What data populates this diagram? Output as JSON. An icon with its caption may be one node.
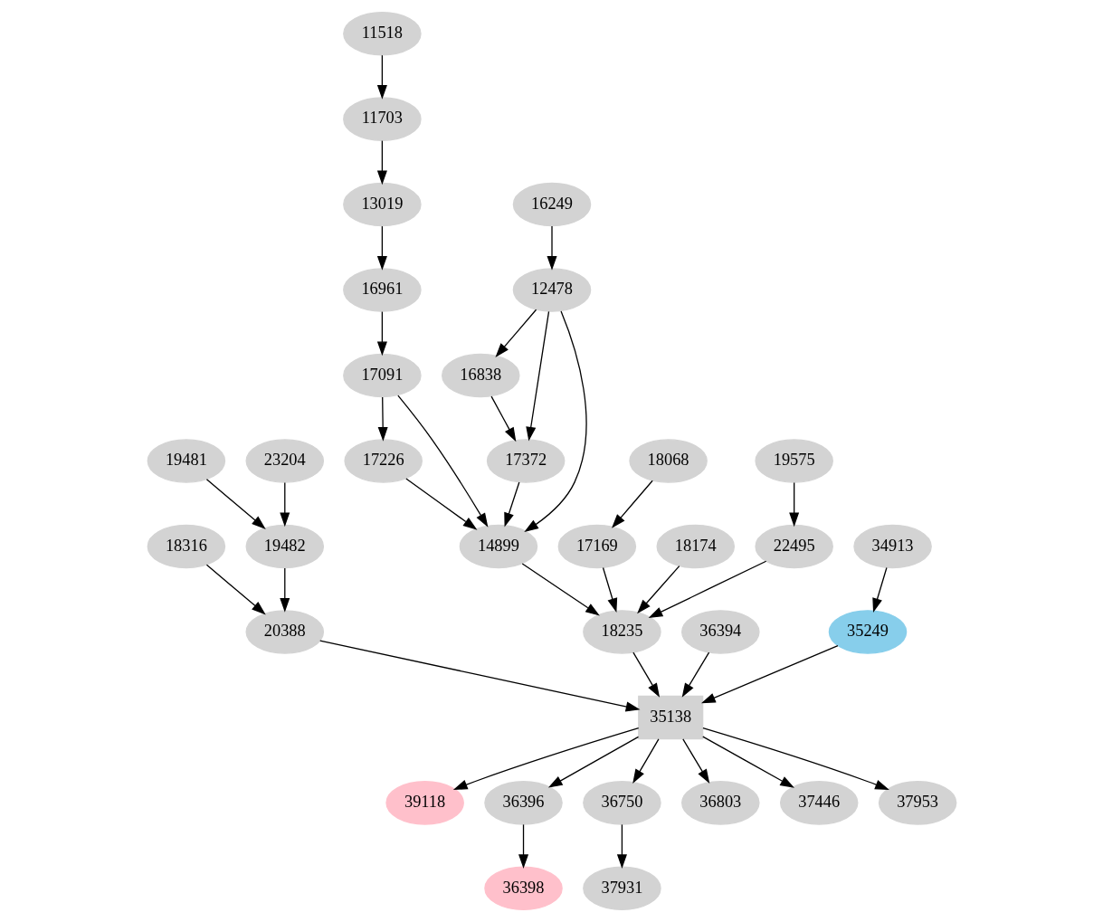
{
  "diagram": {
    "nodes": [
      {
        "text": [
          "11518"
        ]
      },
      {
        "text": [
          "11703"
        ]
      },
      {
        "text": [
          "16249"
        ]
      },
      {
        "text": [
          "13019"
        ]
      },
      {
        "text": [
          "12478"
        ]
      },
      {
        "text": [
          "16961"
        ]
      },
      {
        "text": [
          "16838"
        ]
      },
      {
        "text": [
          "17091"
        ]
      },
      {
        "text": [
          "17372"
        ]
      },
      {
        "text": [
          "17226"
        ]
      },
      {
        "text": [
          "18068"
        ]
      },
      {
        "text": [
          "19575"
        ]
      },
      {
        "text": [
          "19481"
        ]
      },
      {
        "text": [
          "23204"
        ]
      },
      {
        "text": [
          "14899"
        ]
      },
      {
        "text": [
          "17169"
        ]
      },
      {
        "text": [
          "18174"
        ]
      },
      {
        "text": [
          "22495"
        ]
      },
      {
        "text": [
          "18316"
        ]
      },
      {
        "text": [
          "19482"
        ]
      },
      {
        "text": [
          "34913"
        ]
      },
      {
        "text": [
          "18235"
        ]
      },
      {
        "text": [
          "20388"
        ]
      },
      {
        "text": [
          "36394"
        ]
      },
      {
        "text": [
          "35249"
        ]
      },
      {
        "text": [
          "35138"
        ]
      },
      {
        "text": [
          "39118"
        ]
      },
      {
        "text": [
          "36396"
        ]
      },
      {
        "text": [
          "36750"
        ]
      },
      {
        "text": [
          "36803"
        ]
      },
      {
        "text": [
          "37446"
        ]
      },
      {
        "text": [
          "37953"
        ]
      },
      {
        "text": [
          "36398"
        ]
      },
      {
        "text": [
          "37931"
        ]
      }
    ],
    "edges": [
      {
        "from": 0,
        "to": 1,
        "arrow": "to"
      },
      {
        "from": 1,
        "to": 3,
        "arrow": "to"
      },
      {
        "from": 3,
        "to": 5,
        "arrow": "to"
      },
      {
        "from": 5,
        "to": 7,
        "arrow": "to"
      },
      {
        "from": 2,
        "to": 4,
        "arrow": "to"
      },
      {
        "from": 4,
        "to": 6,
        "arrow": "to"
      },
      {
        "from": 4,
        "to": 8,
        "arrow": "to"
      },
      {
        "from": 4,
        "to": 14,
        "arrow": "to"
      },
      {
        "from": 6,
        "to": 8,
        "arrow": "to"
      },
      {
        "from": 7,
        "to": 9,
        "arrow": "to"
      },
      {
        "from": 7,
        "to": 14,
        "arrow": "to"
      },
      {
        "from": 8,
        "to": 14,
        "arrow": "to"
      },
      {
        "from": 9,
        "to": 14,
        "arrow": "to"
      },
      {
        "from": 10,
        "to": 15,
        "arrow": "to"
      },
      {
        "from": 11,
        "to": 17,
        "arrow": "to"
      },
      {
        "from": 12,
        "to": 19,
        "arrow": "to"
      },
      {
        "from": 13,
        "to": 19,
        "arrow": "to"
      },
      {
        "from": 14,
        "to": 21,
        "arrow": "to"
      },
      {
        "from": 15,
        "to": 21,
        "arrow": "to"
      },
      {
        "from": 16,
        "to": 21,
        "arrow": "to"
      },
      {
        "from": 17,
        "to": 21,
        "arrow": "to"
      },
      {
        "from": 18,
        "to": 22,
        "arrow": "to"
      },
      {
        "from": 19,
        "to": 22,
        "arrow": "to"
      },
      {
        "from": 20,
        "to": 24,
        "arrow": "to"
      },
      {
        "from": 21,
        "to": 25,
        "arrow": "to"
      },
      {
        "from": 22,
        "to": 25,
        "arrow": "to"
      },
      {
        "from": 23,
        "to": 25,
        "arrow": "to"
      },
      {
        "from": 24,
        "to": 25,
        "arrow": "to"
      },
      {
        "from": 25,
        "to": 26,
        "arrow": "to"
      },
      {
        "from": 25,
        "to": 27,
        "arrow": "to"
      },
      {
        "from": 25,
        "to": 28,
        "arrow": "to"
      },
      {
        "from": 25,
        "to": 29,
        "arrow": "to"
      },
      {
        "from": 25,
        "to": 30,
        "arrow": "to"
      },
      {
        "from": 25,
        "to": 31,
        "arrow": "to"
      },
      {
        "from": 27,
        "to": 32,
        "arrow": "to"
      },
      {
        "from": 28,
        "to": 33,
        "arrow": "to"
      }
    ]
  }
}
